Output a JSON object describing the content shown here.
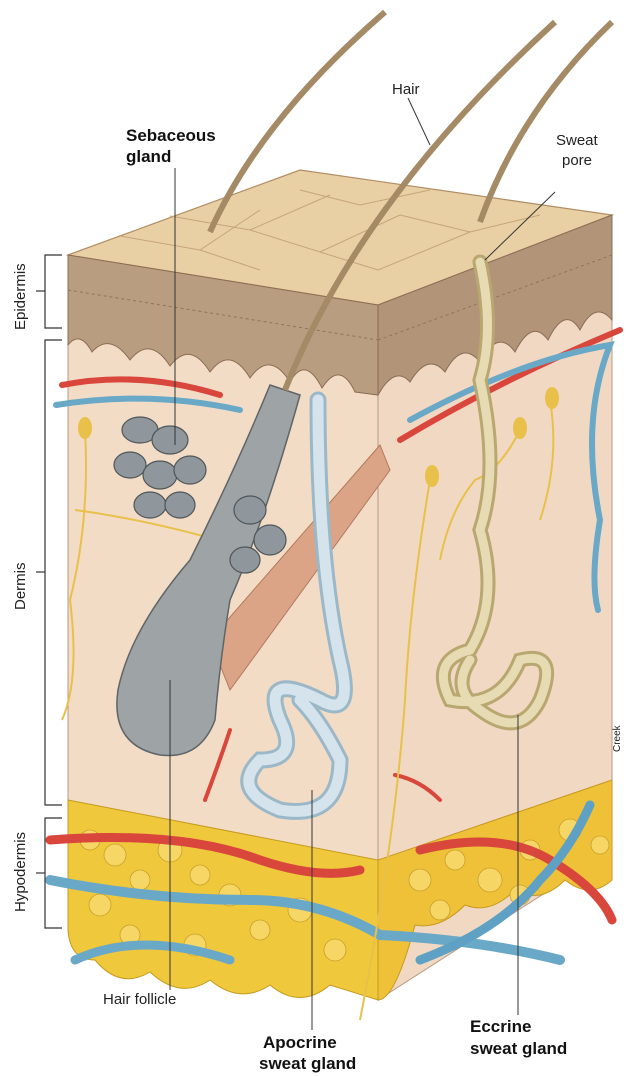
{
  "labels": {
    "hair": "Hair",
    "sebaceous_line1": "Sebaceous",
    "sebaceous_line2": "gland",
    "sweat_pore_line1": "Sweat",
    "sweat_pore_line2": "pore",
    "hair_follicle": "Hair follicle",
    "apocrine_line1": "Apocrine",
    "apocrine_line2": "sweat gland",
    "eccrine_line1": "Eccrine",
    "eccrine_line2": "sweat gland"
  },
  "layers": {
    "epidermis": "Epidermis",
    "dermis": "Dermis",
    "hypodermis": "Hypodermis"
  },
  "credit": "Creek",
  "colors": {
    "skin_surface": "#e9cfa4",
    "epidermis": "#b89d80",
    "dermis": "#f2d9c2",
    "hypodermis_fat": "#f0c83c",
    "artery": "#d9463c",
    "vein": "#6aa8c8",
    "nerve": "#e8c04a",
    "follicle": "#9ea3a6",
    "apocrine": "#c9dbe6",
    "eccrine": "#e0d2a2"
  }
}
